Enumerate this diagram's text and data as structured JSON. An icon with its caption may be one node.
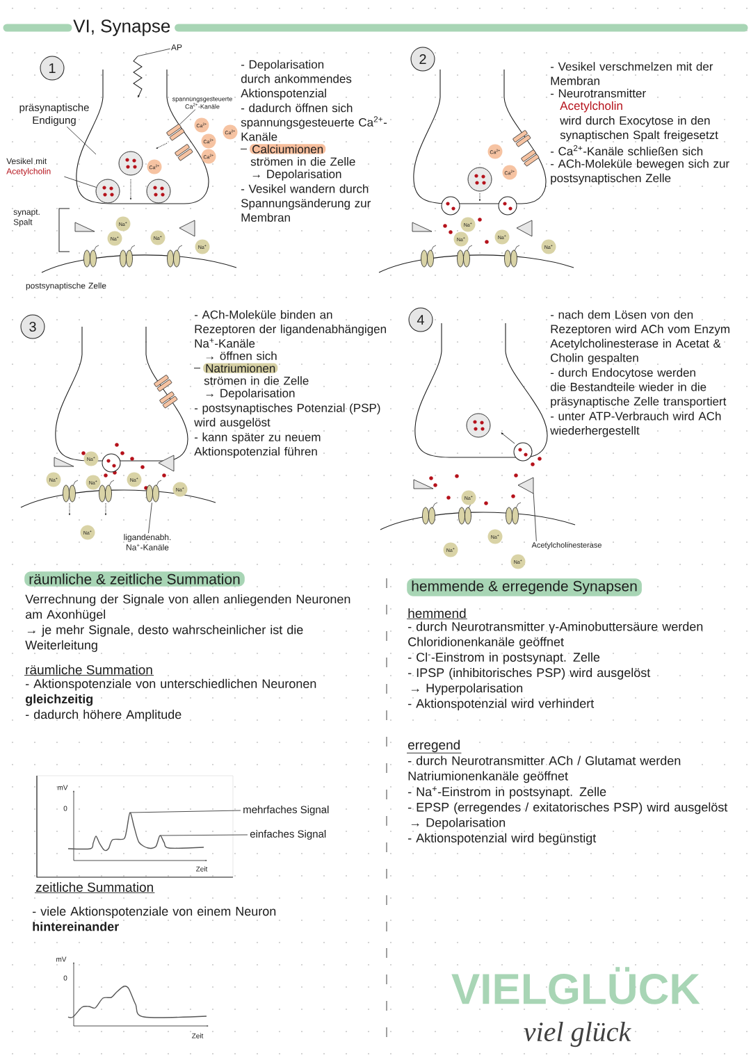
{
  "diagram": {
    "title": "VI, Synapse",
    "nodes": [
      {
        "text": [
          "1"
        ]
      },
      {
        "text": [
          "präsynaptische Endigung"
        ]
      },
      {
        "text": [
          "AP"
        ]
      },
      {
        "text": [
          "spannungsgesteuerte Ca$^{2+}$-Kanäle"
        ]
      },
      {
        "text": [
          "Vesikel mit",
          "Acetylcholin"
        ]
      },
      {
        "text": [
          "Ca$^{2+}$"
        ]
      },
      {
        "text": [
          "Ca$^{2+}$"
        ]
      },
      {
        "text": [
          "Ca$^{2+}$"
        ]
      },
      {
        "text": [
          "Ca$^{2+}$"
        ]
      },
      {
        "text": [
          "Ca$^{2+}$"
        ]
      },
      {
        "text": [
          "Na$^{+}$"
        ]
      },
      {
        "text": [
          "Na$^{+}$"
        ]
      },
      {
        "text": [
          "Na$^{+}$"
        ]
      },
      {
        "text": [
          "Na$^{+}$"
        ]
      },
      {
        "text": [
          "2"
        ]
      },
      {
        "text": [
          "Ca$^{2+}$"
        ]
      },
      {
        "text": [
          "Ca$^{2+}$"
        ]
      },
      {
        "text": [
          "Na$^{+}$"
        ]
      },
      {
        "text": [
          "Na$^{+}$"
        ]
      },
      {
        "text": [
          "Na$^{+}$"
        ]
      },
      {
        "text": [
          "Na$^{+}$"
        ]
      },
      {
        "text": [
          "3"
        ]
      },
      {
        "text": [
          "Na$^{+}$"
        ]
      },
      {
        "text": [
          "Na$^{+}$"
        ]
      },
      {
        "text": [
          "Na$^{+}$"
        ]
      },
      {
        "text": [
          "Na$^{+}$"
        ]
      },
      {
        "text": [
          "Na$^{+}$"
        ]
      },
      {
        "text": [
          "Na$^{+}$"
        ]
      },
      {
        "text": [
          "ligandenabh. Na$^{+}$-Kanäle"
        ]
      },
      {
        "text": [
          "4"
        ]
      },
      {
        "text": [
          "Na$^{+}$"
        ]
      },
      {
        "text": [
          "Na$^{+}$"
        ]
      },
      {
        "text": [
          "Na$^{+}$"
        ]
      },
      {
        "text": [
          "Na$^{+}$"
        ]
      },
      {
        "text": [
          "Acetylcholinesterase"
        ]
      },
      {
        "text": [
          "mehrfaches Signal"
        ]
      },
      {
        "text": [
          "einfaches Signal"
        ]
      },
      {
        "text": [],
        "shape": "zigzag"
      },
      {
        "text": [],
        "shape": "bar"
      },
      {
        "text": [],
        "shape": "circle"
      },
      {
        "text": [],
        "shape": "bar"
      },
      {
        "text": [],
        "shape": "triangle"
      },
      {
        "text": [],
        "shape": "circle"
      },
      {
        "text": [],
        "shape": "circle"
      },
      {
        "text": [],
        "shape": "circle"
      },
      {
        "text": [],
        "shape": "circle"
      },
      {
        "text": [],
        "shape": "circle"
      },
      {
        "text": [],
        "shape": "circle"
      },
      {
        "text": [],
        "shape": "circle"
      },
      {
        "text": [],
        "shape": "circle"
      },
      {
        "text": [],
        "shape": "bar"
      },
      {
        "text": [],
        "shape": "bar"
      },
      {
        "text": [],
        "shape": "bar"
      },
      {
        "text": [],
        "shape": "bar"
      },
      {
        "text": [],
        "shape": "bar"
      },
      {
        "text": [],
        "shape": "triangle"
      },
      {
        "text": [],
        "shape": "triangle"
      },
      {
        "text": [],
        "shape": "triangle"
      },
      {
        "text": [],
        "shape": "triangle"
      },
      {
        "text": [],
        "shape": "triangle"
      },
      {
        "text": [],
        "shape": "triangle"
      },
      {
        "text": [],
        "shape": "triangle"
      }
    ],
    "edges": [
      {
        "from": 1,
        "to": null,
        "arrow": "none"
      },
      {
        "from": 2,
        "to": 37,
        "arrow": "none"
      },
      {
        "from": 3,
        "to": 38,
        "arrow": "none"
      },
      {
        "from": 4,
        "to": 39,
        "arrow": "none"
      },
      {
        "from": 28,
        "to": 40,
        "arrow": "none"
      },
      {
        "from": 34,
        "to": 41,
        "arrow": "none"
      },
      {
        "from": 35,
        "to": null,
        "arrow": "none"
      },
      {
        "from": 36,
        "to": null,
        "arrow": "none"
      }
    ],
    "labels": [
      "synapt. Spalt",
      "postsynaptische Zelle",
      "- Depolarisation durch ankommendes Aktionspotenzial",
      "- dadurch öffnen sich spannungsgesteuerte Ca$^{2+}$-Kanäle",
      "Calciumionen",
      "strömen in die Zelle",
      "→ Depolarisation",
      "- Vesikel wandern durch Spannungsänderung zur Membran",
      "- Vesikel verschmelzen mit der Membran",
      "- Neurotransmitter",
      "Acetylcholin",
      "wird durch Exocytose in den synaptischen Spalt freigesetzt",
      "- Ca$^{2+}$-Kanäle schließen sich",
      "- ACh-Moleküle bewegen sich zur postsynaptischen Zelle",
      "- ACh-Moleküle binden an Rezeptoren der ligandenabhängigen Na$^{+}$-Kanäle",
      "→ öffnen sich",
      "Natriumionen",
      "strömen in die Zelle",
      "→ Depolarisation",
      "- postsynaptisches Potenzial (PSP) wird ausgelöst",
      "- kann später zu neuem Aktionspotenzial führen",
      "- nach dem Lösen von den Rezeptoren wird ACh vom Enzym Acetylcholinesterase in Acetat & Cholin gespalten",
      "- durch Endocytose werden die Bestandteile wieder in die präsynaptische Zelle transportiert",
      "- unter ATP-Verbrauch wird ACh wiederhergestellt",
      "räumliche & zeitliche Summation",
      "Verrechnung der Signale von allen anliegenden Neuronen am Axonhügel",
      "→ je mehr Signale, desto wahrscheinlicher ist die Weiterleitung",
      "räumliche Summation",
      "- Aktionspotenziale von unterschiedlichen Neuronen **gleichzeitig**",
      "- dadurch höhere Amplitude",
      "mV",
      "0",
      "Zeit",
      "zeitliche Summation",
      "- viele Aktionspotenziale von einem Neuron **hintereinander**",
      "mV",
      "0",
      "Zeit",
      "hemmende & erregende Synapsen",
      "hemmend",
      "- durch Neurotransmitter γ-Aminobuttersäure werden Chloridionenkanäle geöffnet",
      "- Cl$^{-}$-Einstrom in postsynapt. Zelle",
      "- IPSP (inhibitorisches PSP) wird ausgelöst",
      "→ Hyperpolarisation",
      "- Aktionspotenzial wird verhindert",
      "erregend",
      "- durch Neurotransmitter ACh / Glutamat werden Natriumionenkanäle geöffnet",
      "- Na$^{+}$-Einstrom in postsynapt. Zelle",
      "- EPSP (erregendes / exitatorisches PSP) wird ausgelöst",
      "→ Depolarisation",
      "- Aktionspotenzial wird begünstigt",
      "VIELGLÜCK",
      "viel glück"
    ]
  }
}
